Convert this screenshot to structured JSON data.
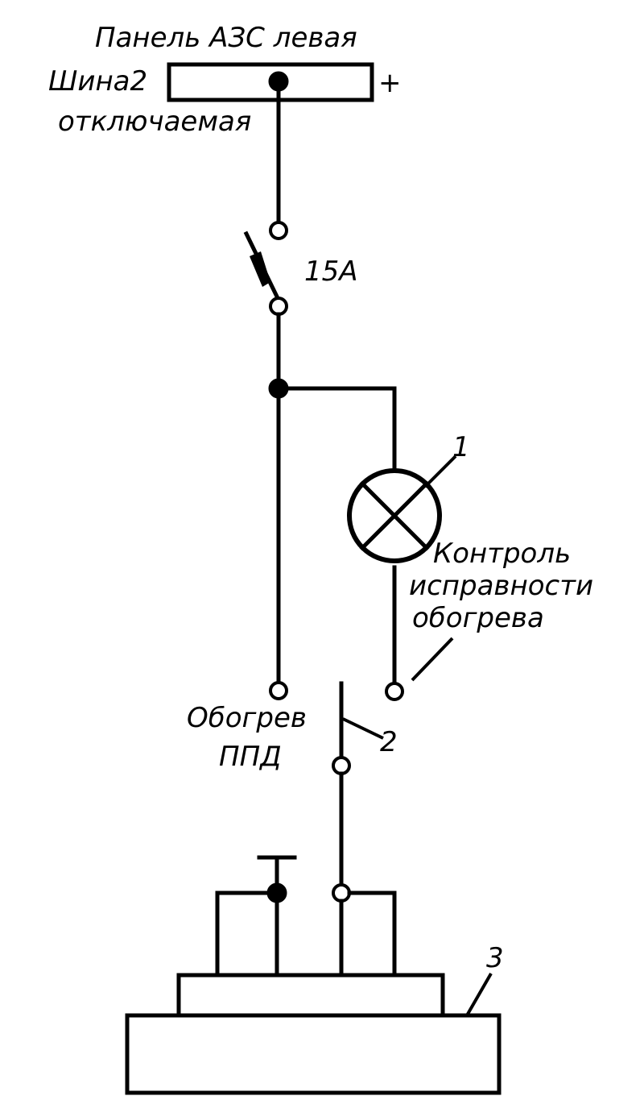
{
  "labels": {
    "panel_title": "Панель АЗС левая",
    "bus_name": "Шина2",
    "bus_switched": "отключаемая",
    "plus_sign": "+",
    "breaker_rating": "15А",
    "callout_1": "1",
    "callout_2": "2",
    "callout_3": "3",
    "heating_line1": "Обогрев",
    "heating_line2": "ППД",
    "control_line1": "Контроль",
    "control_line2": "исправности",
    "control_line3": "обогрева"
  }
}
